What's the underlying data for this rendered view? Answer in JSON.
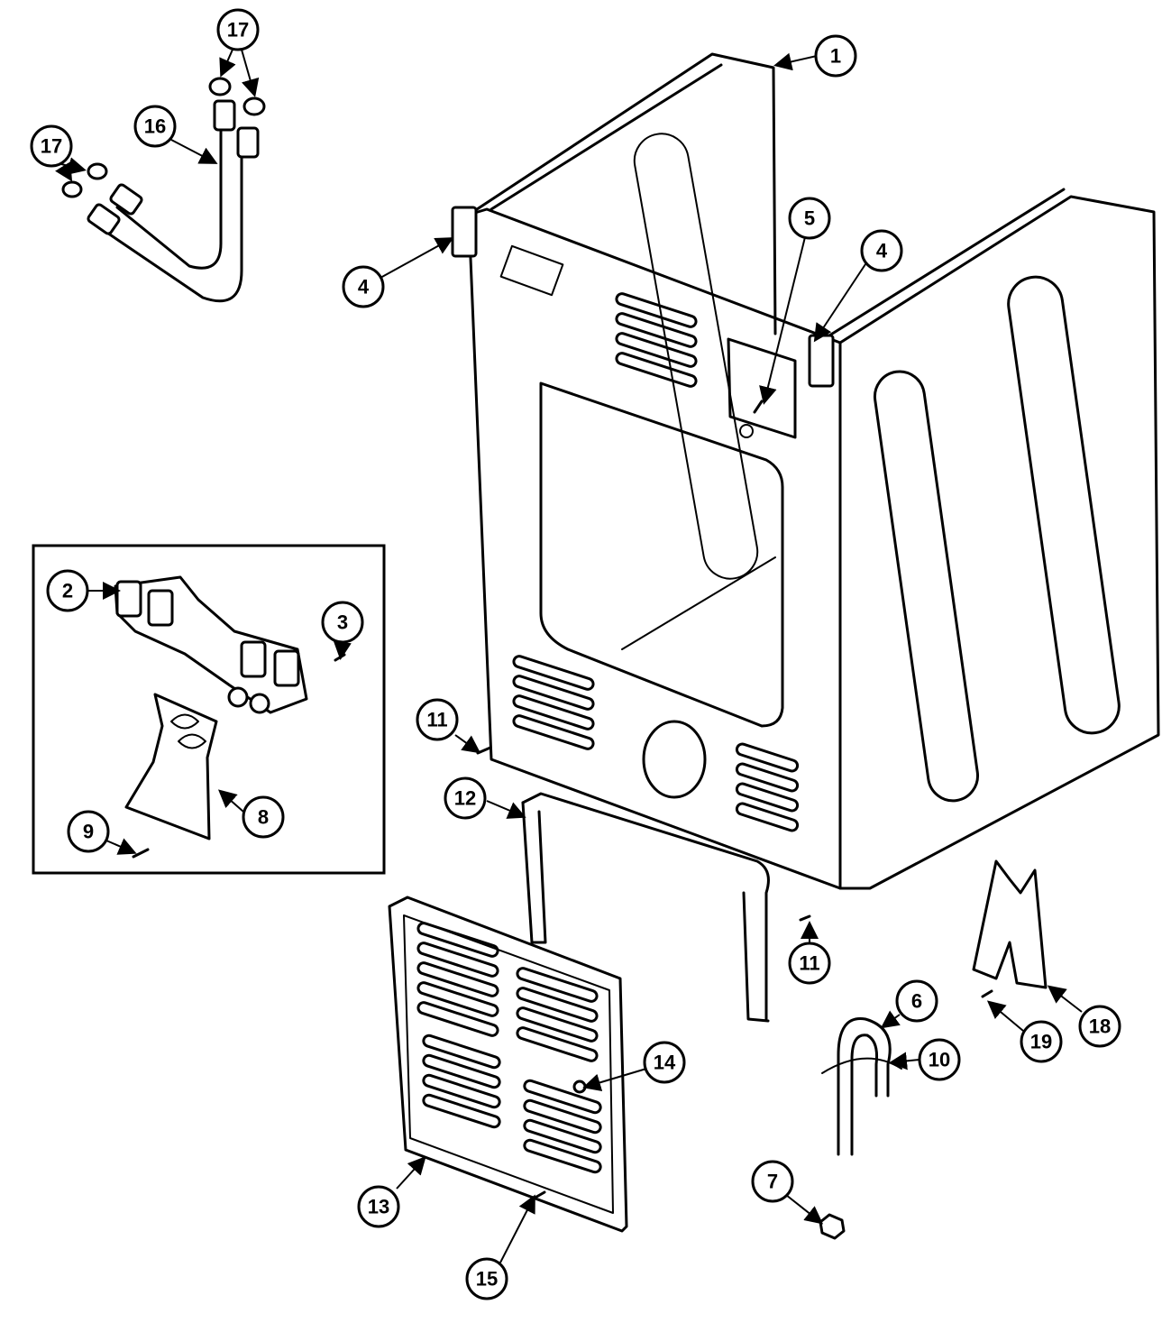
{
  "callouts": [
    {
      "id": "c1",
      "label": "1"
    },
    {
      "id": "c2",
      "label": "2"
    },
    {
      "id": "c3",
      "label": "3"
    },
    {
      "id": "c4a",
      "label": "4"
    },
    {
      "id": "c4b",
      "label": "4"
    },
    {
      "id": "c5",
      "label": "5"
    },
    {
      "id": "c6",
      "label": "6"
    },
    {
      "id": "c7",
      "label": "7"
    },
    {
      "id": "c8",
      "label": "8"
    },
    {
      "id": "c9",
      "label": "9"
    },
    {
      "id": "c10",
      "label": "10"
    },
    {
      "id": "c11a",
      "label": "11"
    },
    {
      "id": "c11b",
      "label": "11"
    },
    {
      "id": "c12",
      "label": "12"
    },
    {
      "id": "c13",
      "label": "13"
    },
    {
      "id": "c14",
      "label": "14"
    },
    {
      "id": "c15",
      "label": "15"
    },
    {
      "id": "c16",
      "label": "16"
    },
    {
      "id": "c17a",
      "label": "17"
    },
    {
      "id": "c17b",
      "label": "17"
    },
    {
      "id": "c18",
      "label": "18"
    },
    {
      "id": "c19",
      "label": "19"
    }
  ]
}
